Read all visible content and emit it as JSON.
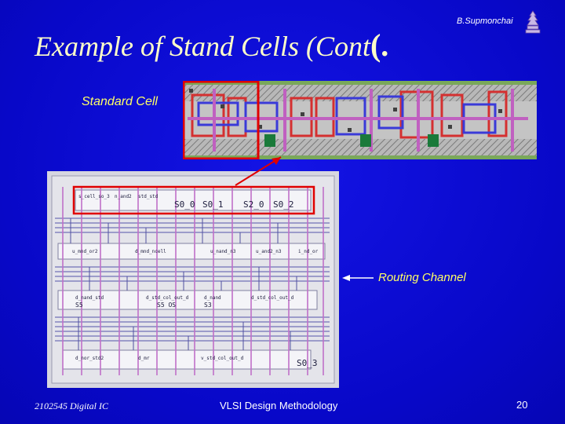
{
  "slide": {
    "title": "Example of Stand Cells (Cont",
    "title_paren": "(.",
    "author": "B.Supmonchai",
    "footer_left": "2102545 Digital IC",
    "footer_center": "VLSI Design Methodology",
    "page_number": "20"
  },
  "labels": {
    "standard_cell": "Standard Cell",
    "routing_channel": "Routing Channel"
  },
  "layout_bottom": {
    "rows": [
      [
        "s_cell_so_3",
        "n_and2",
        "std_std",
        "S0_0",
        "S0_1",
        "S2_0",
        "S0_2"
      ],
      [
        "u_mnd_or2",
        "d_mnd_ncell",
        "u_nand_n3",
        "u_and2_n3",
        "i_nd_or"
      ],
      [
        "d_nand_std",
        "d_std_col_out_d",
        "d_nand",
        "d_std_col_out_d",
        "S5",
        "S5 OS",
        "S3"
      ],
      [
        "d_nor_std2",
        "d_mr",
        "v_std_col_out_d",
        "S0_3"
      ]
    ]
  },
  "colors": {
    "background": "#0a0ad8",
    "title": "#ffffc8",
    "label": "#ffff66",
    "highlight": "#e00000"
  }
}
